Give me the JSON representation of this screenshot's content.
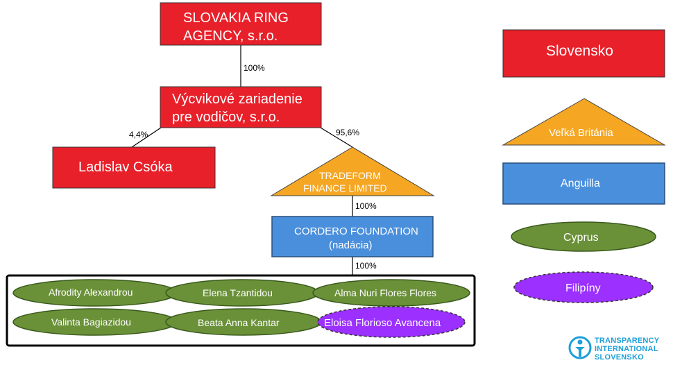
{
  "nodes": {
    "slovakia_ring": {
      "line1": "SLOVAKIA RING",
      "line2": "AGENCY, s.r.o."
    },
    "vycvikove": {
      "line1": "Výcvikové zariadenie",
      "line2": "pre vodičov, s.r.o."
    },
    "csoka": {
      "label": "Ladislav Csóka"
    },
    "tradeform": {
      "line1": "TRADEFORM",
      "line2": "FINANCE LIMITED"
    },
    "cordero": {
      "line1": "CORDERO FOUNDATION",
      "line2": "(nadácia)"
    },
    "beneficiaries": [
      {
        "label": "Afrodity Alexandrou"
      },
      {
        "label": "Elena Tzantidou"
      },
      {
        "label": "Alma Nuri Flores Flores"
      },
      {
        "label": "Valinta Bagiazidou"
      },
      {
        "label": "Beata Anna Kantar"
      },
      {
        "label": "Eloisa Florioso Avancena"
      }
    ]
  },
  "edges": {
    "ring_to_vycvikove": "100%",
    "vycvikove_to_csoka": "4,4%",
    "vycvikove_to_tradeform": "95,6%",
    "tradeform_to_cordero": "100%",
    "cordero_to_beneficiaries": "100%"
  },
  "legend": {
    "slovensko": "Slovensko",
    "velka_britania": "Veľká Británia",
    "anguilla": "Anguilla",
    "cyprus": "Cyprus",
    "filipiny": "Filipíny"
  },
  "logo": {
    "line1": "TRANSPARENCY",
    "line2": "INTERNATIONAL",
    "line3": "SLOVENSKO"
  },
  "colors": {
    "slovensko": "#e8202a",
    "velka_britania": "#f5a623",
    "anguilla": "#4a8fdc",
    "cyprus": "#6a9138",
    "filipiny": "#9b30ff",
    "logo": "#1d9fd8"
  }
}
